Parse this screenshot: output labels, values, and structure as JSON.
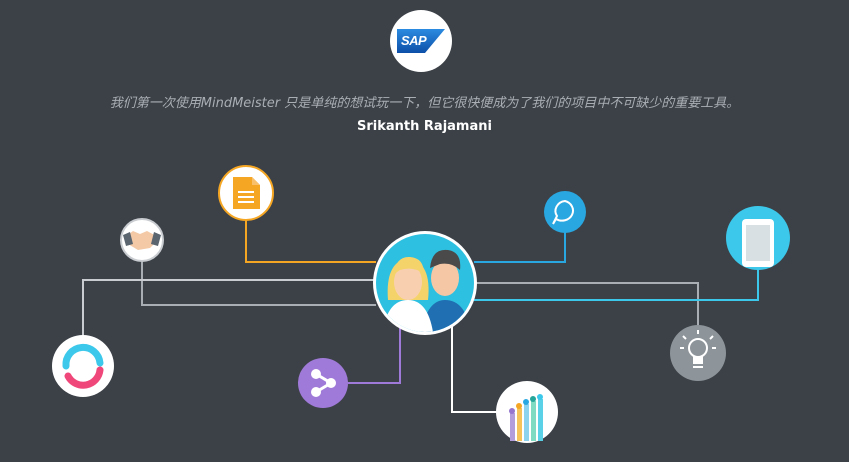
{
  "testimonial": {
    "company_logo": {
      "name": "SAP",
      "icon": "sap-logo"
    },
    "quote": "我们第一次使用MindMeister 只是单纯的想试玩一下，但它很快便成为了我们的项目中不可缺少的重要工具。",
    "author": "Srikanth Rajamani"
  },
  "illustration": {
    "center": {
      "icon": "team-avatars-icon"
    },
    "nodes": [
      {
        "icon": "document-icon",
        "color": "#f5a623"
      },
      {
        "icon": "handshake-icon",
        "color": "#c9cdd1"
      },
      {
        "icon": "loop-icon",
        "color": "#ffffff"
      },
      {
        "icon": "share-icon",
        "color": "#a07ad8"
      },
      {
        "icon": "bar-chart-icon",
        "color": "#ffffff"
      },
      {
        "icon": "lightbulb-icon",
        "color": "#8d949a"
      },
      {
        "icon": "chat-bubble-icon",
        "color": "#29a7e1"
      },
      {
        "icon": "smartphone-icon",
        "color": "#3cc8ea"
      }
    ]
  }
}
